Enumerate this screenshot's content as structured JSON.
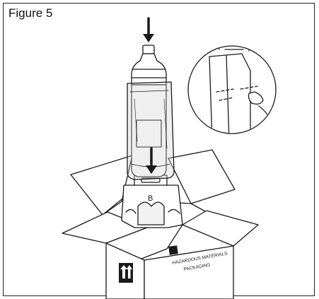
{
  "figure": {
    "title": "Figure 5",
    "container_label": "B",
    "box_label_line1": "HAZARDOUS MATERIALS",
    "box_label_line2": "PACKAGING",
    "arrow_top_icon": "down-arrow-icon",
    "arrow_mid_icon": "down-arrow-icon",
    "orientation_icon": "this-way-up-arrows-icon",
    "stroke_color": "#1a1a1a"
  }
}
